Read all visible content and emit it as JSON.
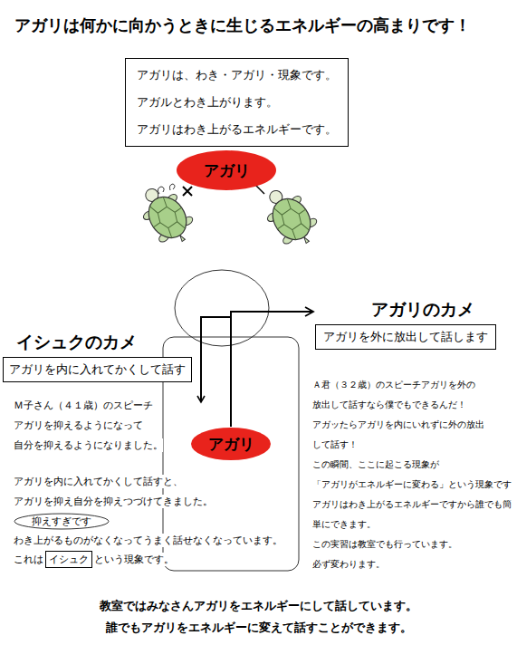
{
  "diagram": {
    "title": "アガリは何かに向かうときに生じるエネルギーの高まりです！",
    "nodes": [
      {
        "text": [
          "アガリは、わき・アガリ・現象です。",
          "アガルとわき上がります。",
          "アガリはわき上がるエネルギーです。"
        ]
      },
      {
        "text": [
          "アガリ"
        ]
      },
      {
        "text": [
          "アガリのカメ",
          "アガリを外に放出して話します"
        ]
      },
      {
        "text": [
          "イシュクのカメ",
          "アガリを内に入れてかくして話す"
        ]
      },
      {
        "text": [
          "アガリ"
        ]
      },
      {
        "text": [
          "抑えすぎです"
        ]
      },
      {
        "text": [
          "イシュク"
        ]
      }
    ],
    "edges": [
      {
        "from": 4,
        "to": 2,
        "arrow": "to"
      }
    ],
    "labels": [
      "Ｍ子さん（４１歳）のスピーチ",
      "アガリを抑えるようになって",
      "自分を抑えるようになりました。",
      "アガリを内に入れてかくして話すと、",
      "アガリを抑え自分を抑えつづけてきました。",
      "わき上がるものがなくなってうまく話せなくなっています。",
      "これは",
      "という現象です。",
      "Ａ君（３２歳）のスピーチアガリを外の",
      "放出して話すなら僕でもできるんだ！",
      "アガッたらアガリを内にいれずに外の放出",
      "して話す！",
      "この瞬間、ここに起こる現象が",
      "「アガリがエネルギーに変わる」という現象です",
      "アガリはわき上がるエネルギーですから誰でも簡",
      "単にできます。",
      "この実習は教室でも行っています。",
      "必ず変わります。",
      "教室ではみなさんアガリをエネルギーにして話しています。",
      "誰でもアガリをエネルギーに変えて話すことができます。"
    ]
  }
}
